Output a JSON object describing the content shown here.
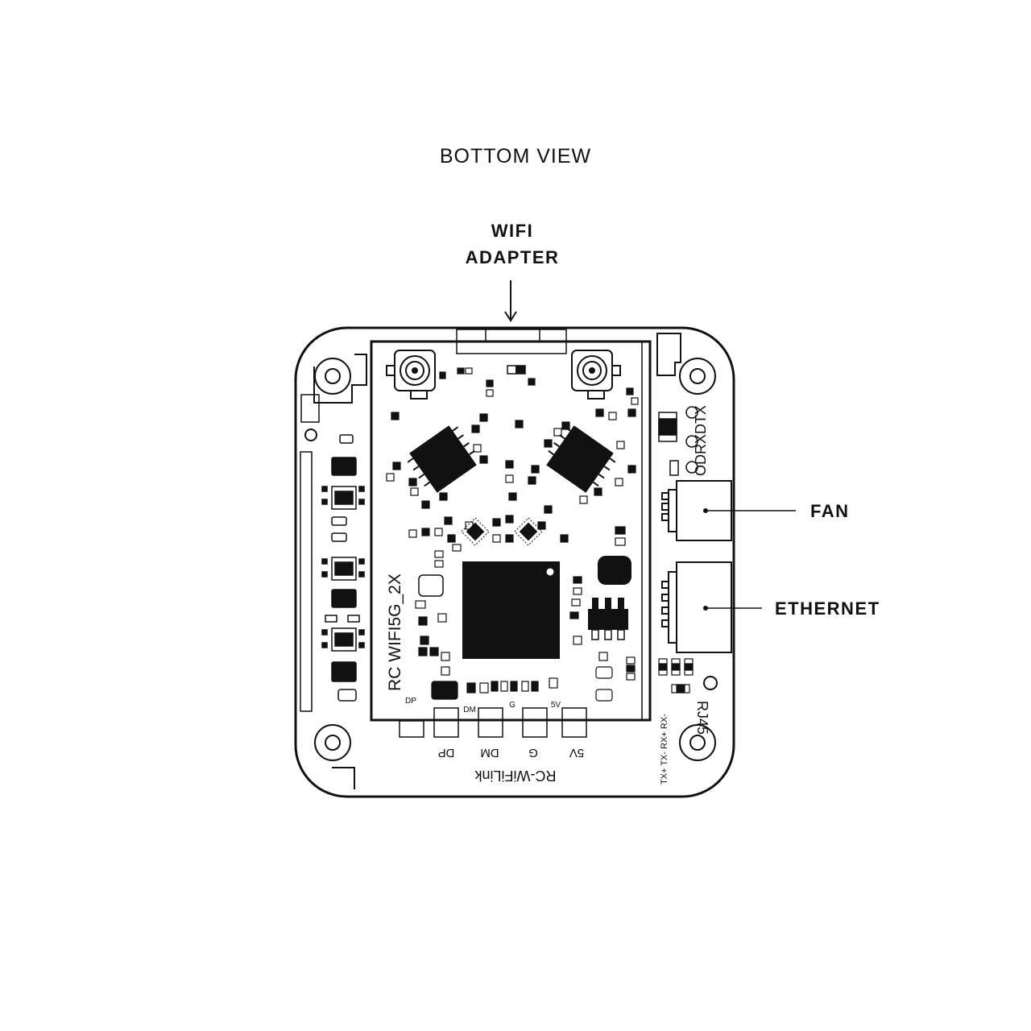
{
  "view_title": "BOTTOM VIEW",
  "callouts": {
    "wifi_adapter": [
      "WIFI",
      "ADAPTER"
    ],
    "fan": "FAN",
    "ethernet": "ETHERNET"
  },
  "board": {
    "name_silk": "RC-WiFiLink",
    "module_silk": "RC WIFI5G_2X",
    "rj45_silk": "RJ45",
    "rj45_pins_silk": "TX+ TX- RX+ RX-",
    "uart_silk": "ODRXDTX",
    "usb_pins_bottom": [
      "DP",
      "DM",
      "G",
      "5V"
    ],
    "usb_pins_module": [
      "DP",
      "DM",
      "G",
      "5V"
    ]
  },
  "colors": {
    "line": "#111111",
    "background": "#ffffff"
  }
}
